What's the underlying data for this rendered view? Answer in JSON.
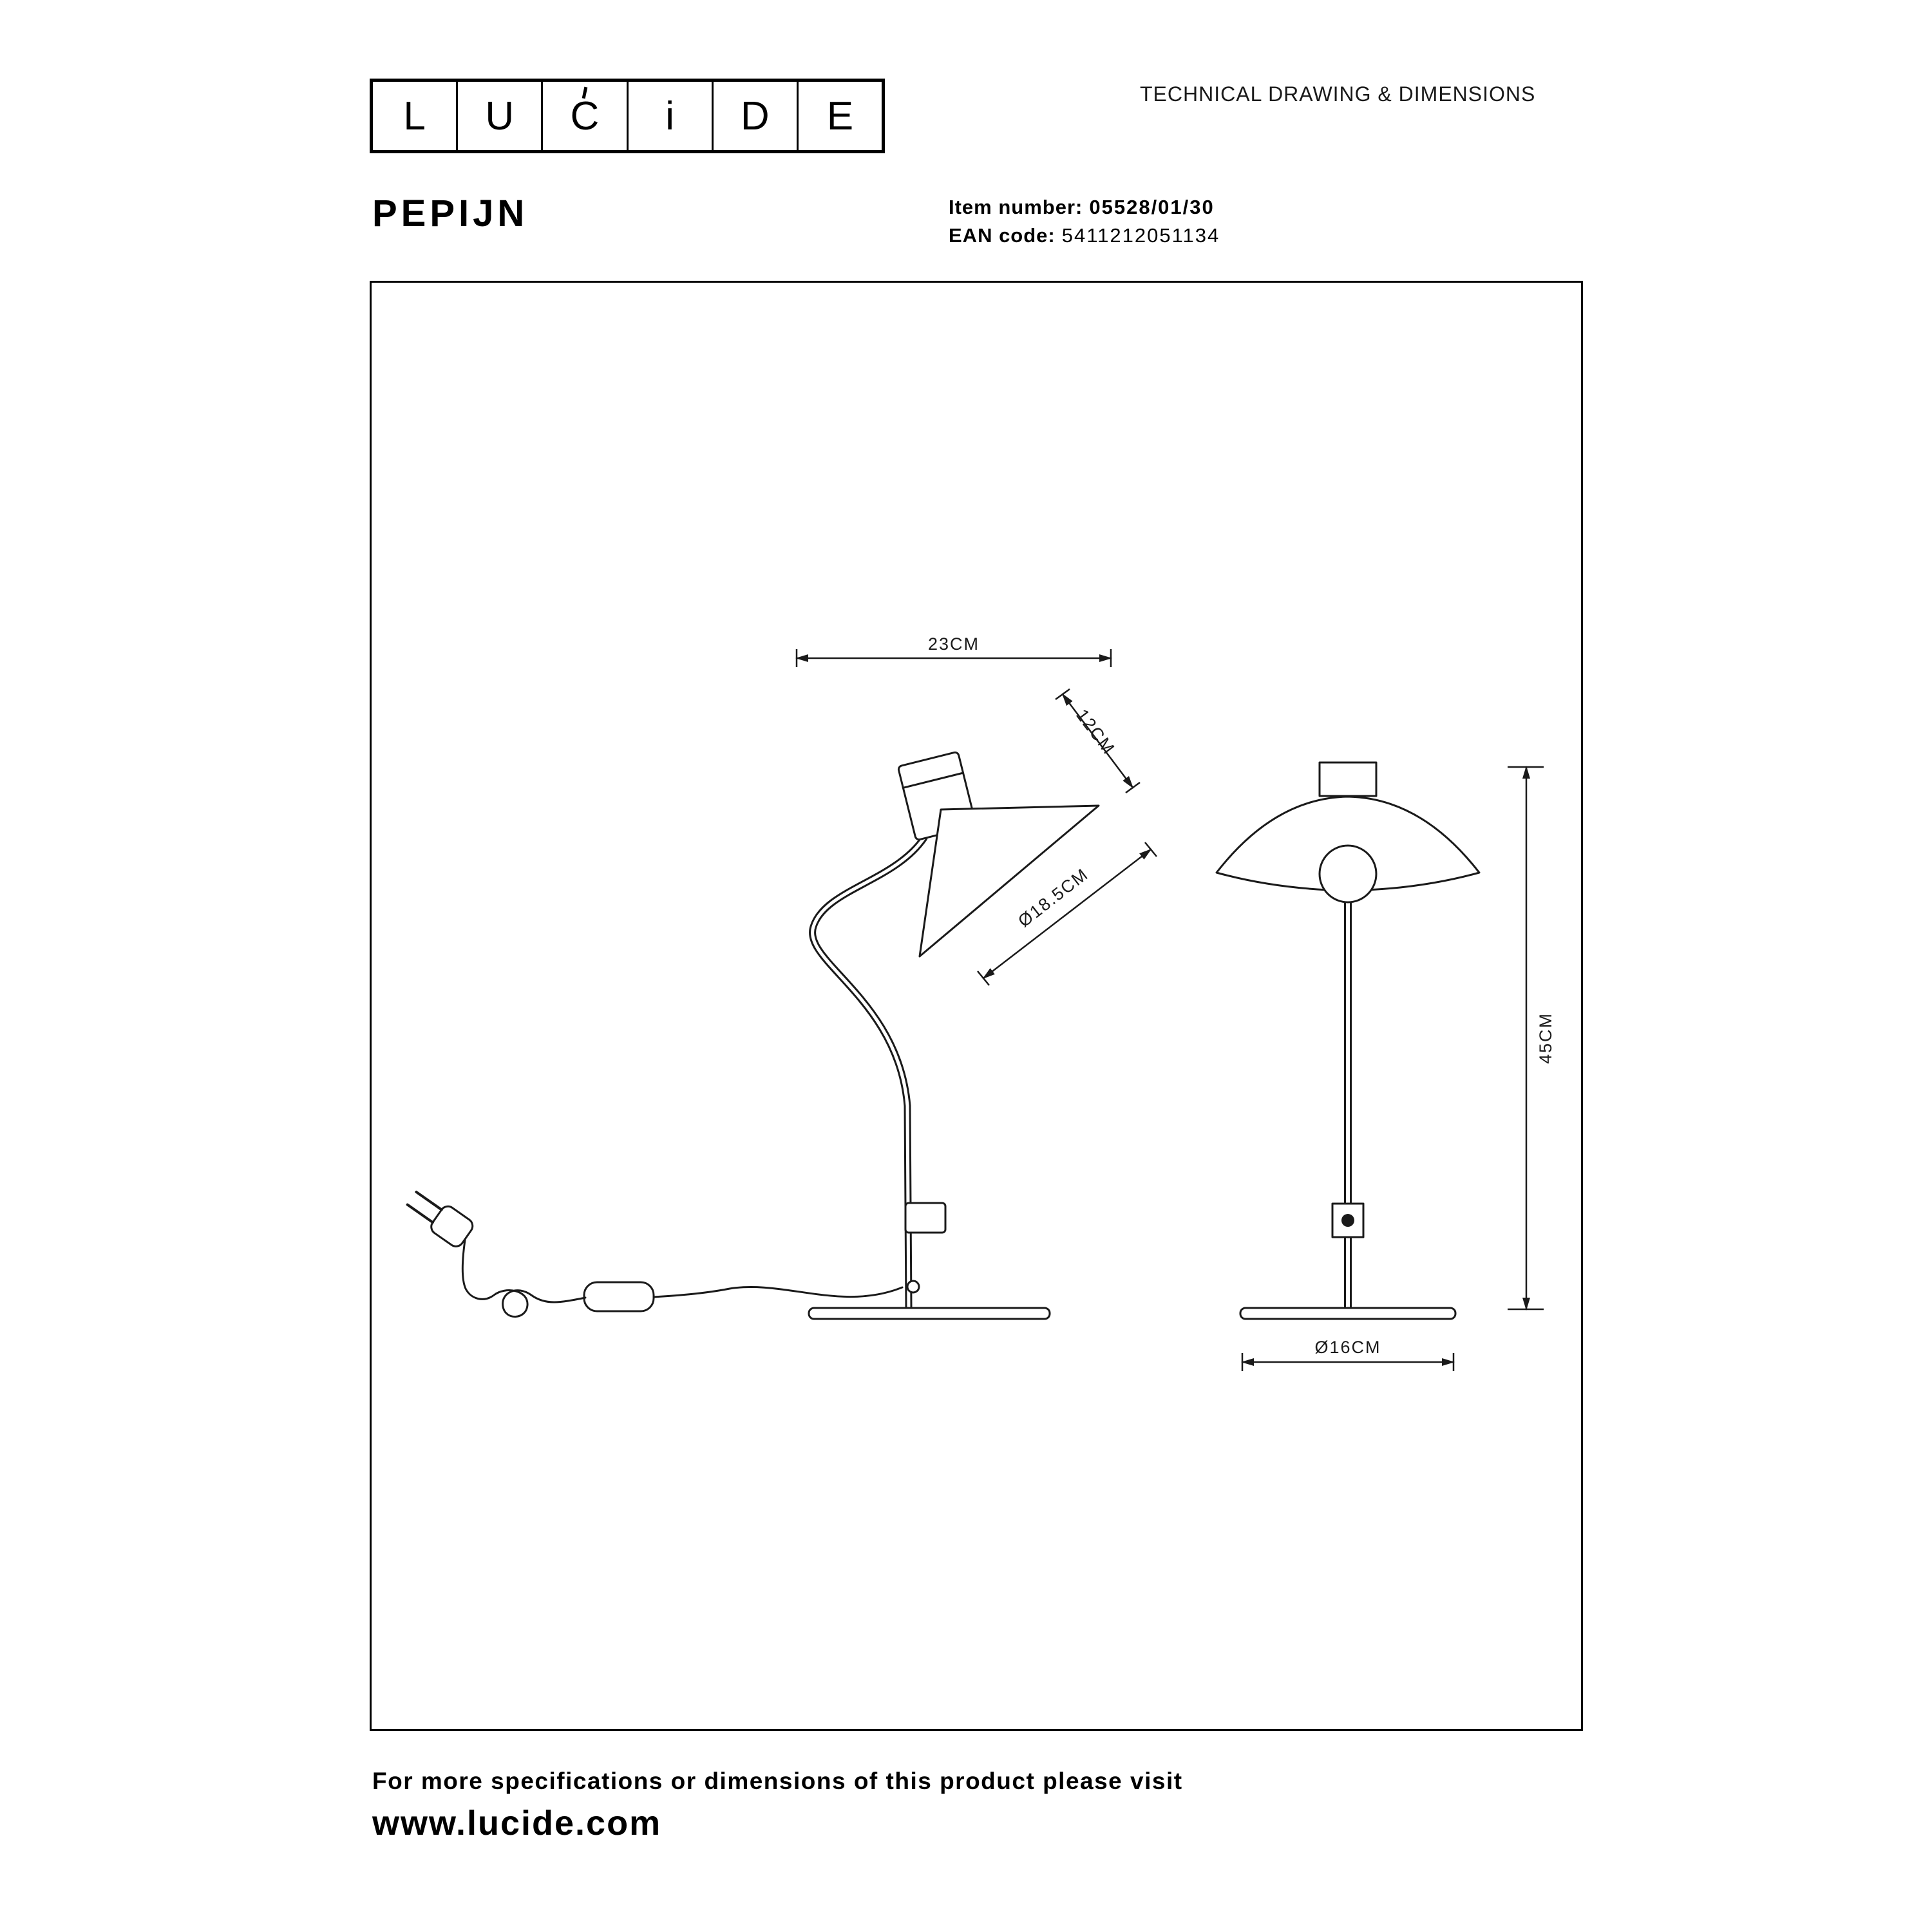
{
  "header": {
    "logo_letters": [
      "L",
      "U",
      "C",
      "i",
      "D",
      "E"
    ],
    "doc_title": "TECHNICAL DRAWING & DIMENSIONS",
    "product_name": "PEPIJN",
    "item_number_label": "Item number:",
    "item_number_value": "05528/01/30",
    "ean_label": "EAN code:",
    "ean_value": "5411212051134"
  },
  "drawing": {
    "views": [
      "side view table lamp",
      "front view table lamp"
    ],
    "dimensions": {
      "arm_reach": "23CM",
      "shade_depth": "12CM",
      "shade_diameter": "Ø18.5CM",
      "height": "45CM",
      "base_diameter": "Ø16CM"
    }
  },
  "footer": {
    "note": "For more specifications or dimensions of this product please visit",
    "website": "www.lucide.com"
  },
  "colors": {
    "ink": "#000000",
    "paper": "#ffffff"
  }
}
